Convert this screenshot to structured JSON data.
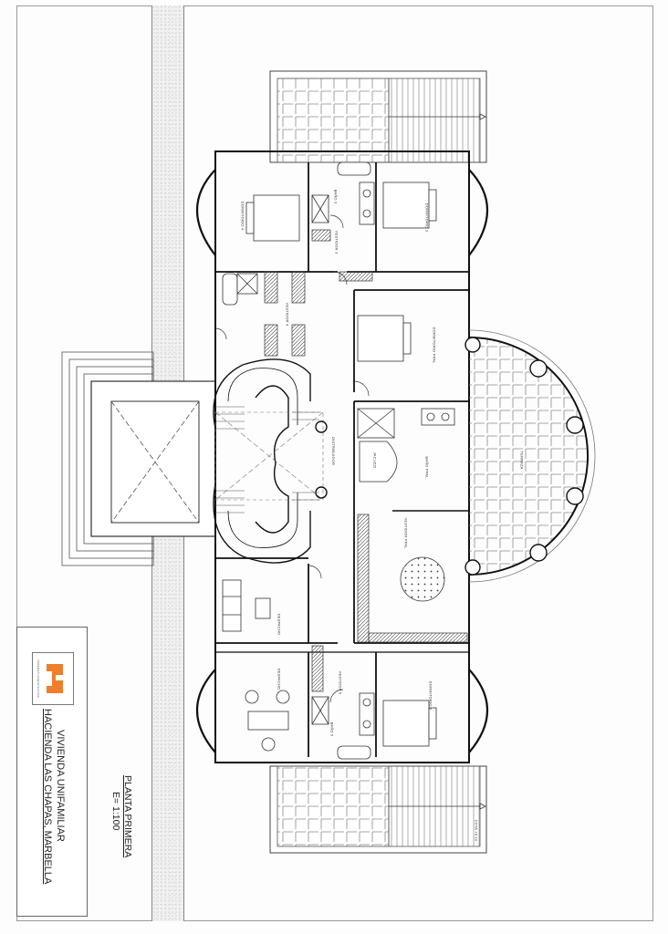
{
  "drawing": {
    "type": "architectural floor plan",
    "orientation": "rotated 90deg clockwise",
    "title": "PLANTA PRIMERA",
    "scale": "E= 1:100"
  },
  "title_block": {
    "project_line_1": "VIVIENDA UNIFAMILIAR",
    "project_line_2": "HACIENDA LAS CHAPAS, MARBELLA",
    "logo_text": "YEBENES ARQUITECTOS",
    "logo_color": "#f07d2a"
  },
  "rooms": [
    {
      "id": "dormitorio-4",
      "label": "DORMITORIO 4"
    },
    {
      "id": "bano-3",
      "label": "BAÑO 3"
    },
    {
      "id": "vestidor-3",
      "label": "VESTIDOR 3"
    },
    {
      "id": "dormitorio-3",
      "label": "DORMITORIO 3"
    },
    {
      "id": "vestidor-4",
      "label": "VESTIDOR 4"
    },
    {
      "id": "dormitorio-ppal",
      "label": "DORMITORIO PPAL"
    },
    {
      "id": "distribuidor",
      "label": "DISTRIBUIDOR"
    },
    {
      "id": "jacuzzi",
      "label": "JACUZZI"
    },
    {
      "id": "bano-ppal",
      "label": "BAÑO PPAL"
    },
    {
      "id": "vestidor-ppal",
      "label": "VESTIDOR PPAL"
    },
    {
      "id": "terraza",
      "label": "TERRAZA"
    },
    {
      "id": "despacho-1",
      "label": "DESPACHO"
    },
    {
      "id": "despacho-2",
      "label": "DESPACHO"
    },
    {
      "id": "vestidor-5",
      "label": "VESTIDOR 5"
    },
    {
      "id": "bano-5",
      "label": "BAÑO 5"
    },
    {
      "id": "dormitorio-5",
      "label": "DORMITORIO 5"
    }
  ],
  "annotations": {
    "level_mark": "COTA +6.10"
  },
  "colors": {
    "line": "#222222",
    "thin_line": "#777777",
    "gravel": "#eeeeee",
    "paper": "#fdfdfd"
  }
}
